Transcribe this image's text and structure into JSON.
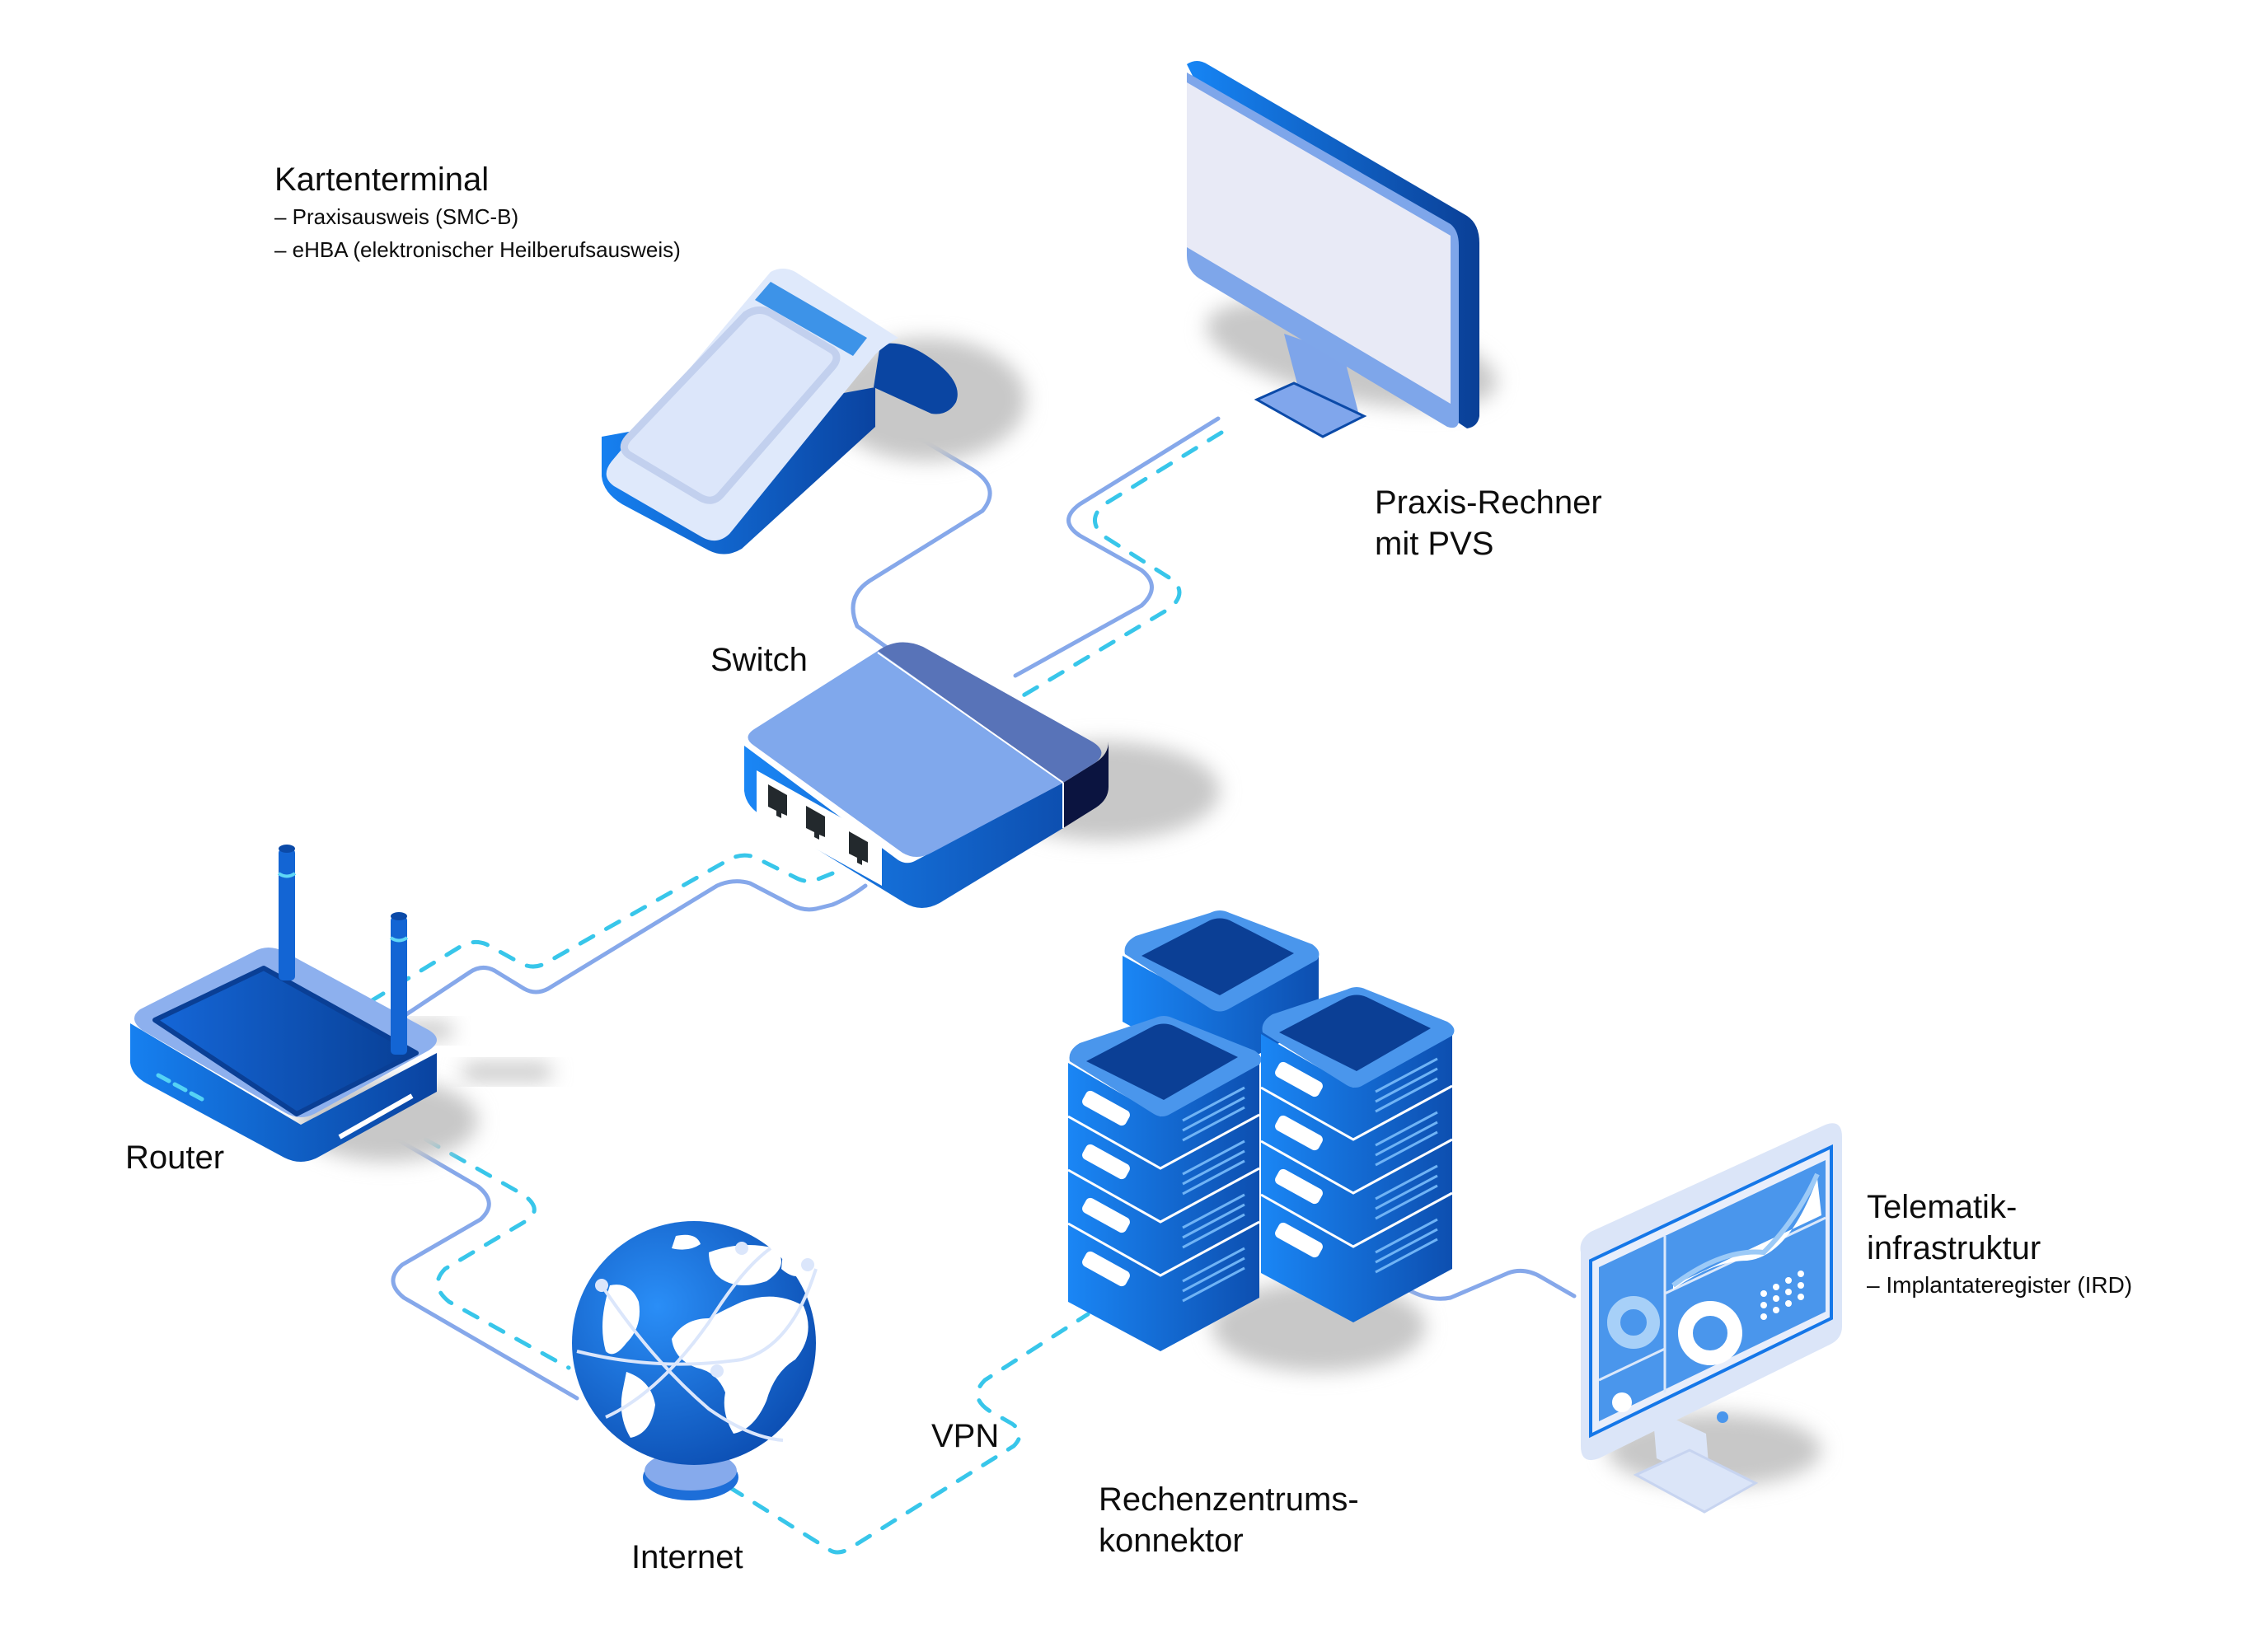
{
  "diagram": {
    "title": "Praxis-Netzwerk mit Anbindung an die Telematikinfrastruktur",
    "colors": {
      "background": "#ffffff",
      "cable": "#86a8ea",
      "vpn_dashed": "#38c6ea",
      "device_primary": "#1577e8",
      "device_dark": "#0b46a0",
      "device_light": "#dfe9fb",
      "device_mid": "#7fa6ea",
      "switch_back": "#5873b8",
      "port": "#23292d",
      "shadow": "#cfcfcf",
      "text": "#0d0d0d"
    },
    "nodes": {
      "kartenterminal": {
        "title": "Kartenterminal",
        "items": [
          "– Praxisausweis (SMC-B)",
          "– eHBA (elektronischer Heilberufsausweis)"
        ],
        "icon": "card-terminal-icon"
      },
      "praxis_rechner": {
        "title_line1": "Praxis-Rechner",
        "title_line2": "mit PVS",
        "icon": "desktop-monitor-icon"
      },
      "switch": {
        "title": "Switch",
        "ports": 3,
        "icon": "network-switch-icon"
      },
      "router": {
        "title": "Router",
        "antennas": 2,
        "icon": "wifi-router-icon"
      },
      "internet": {
        "title": "Internet",
        "icon": "globe-icon"
      },
      "vpn": {
        "title": "VPN"
      },
      "rechenzentrum": {
        "title_line1": "Rechenzentrums-",
        "title_line2": "konnektor",
        "server_stacks": 3,
        "icon": "server-rack-icon"
      },
      "telematik": {
        "title_line1": "Telematik-",
        "title_line2": "infrastruktur",
        "items": [
          "– Implantateregister (IRD)"
        ],
        "icon": "dashboard-monitor-icon"
      }
    },
    "connections": [
      {
        "from": "kartenterminal",
        "to": "switch",
        "style": "solid"
      },
      {
        "from": "praxis_rechner",
        "to": "switch",
        "style": "solid"
      },
      {
        "from": "praxis_rechner",
        "to": "switch",
        "style": "dashed"
      },
      {
        "from": "switch",
        "to": "router",
        "style": "solid"
      },
      {
        "from": "switch",
        "to": "router",
        "style": "dashed"
      },
      {
        "from": "router",
        "to": "internet",
        "style": "solid"
      },
      {
        "from": "router",
        "to": "internet",
        "style": "dashed"
      },
      {
        "from": "internet",
        "to": "rechenzentrum",
        "style": "dashed",
        "label": "VPN"
      },
      {
        "from": "rechenzentrum",
        "to": "telematik",
        "style": "solid"
      }
    ]
  }
}
